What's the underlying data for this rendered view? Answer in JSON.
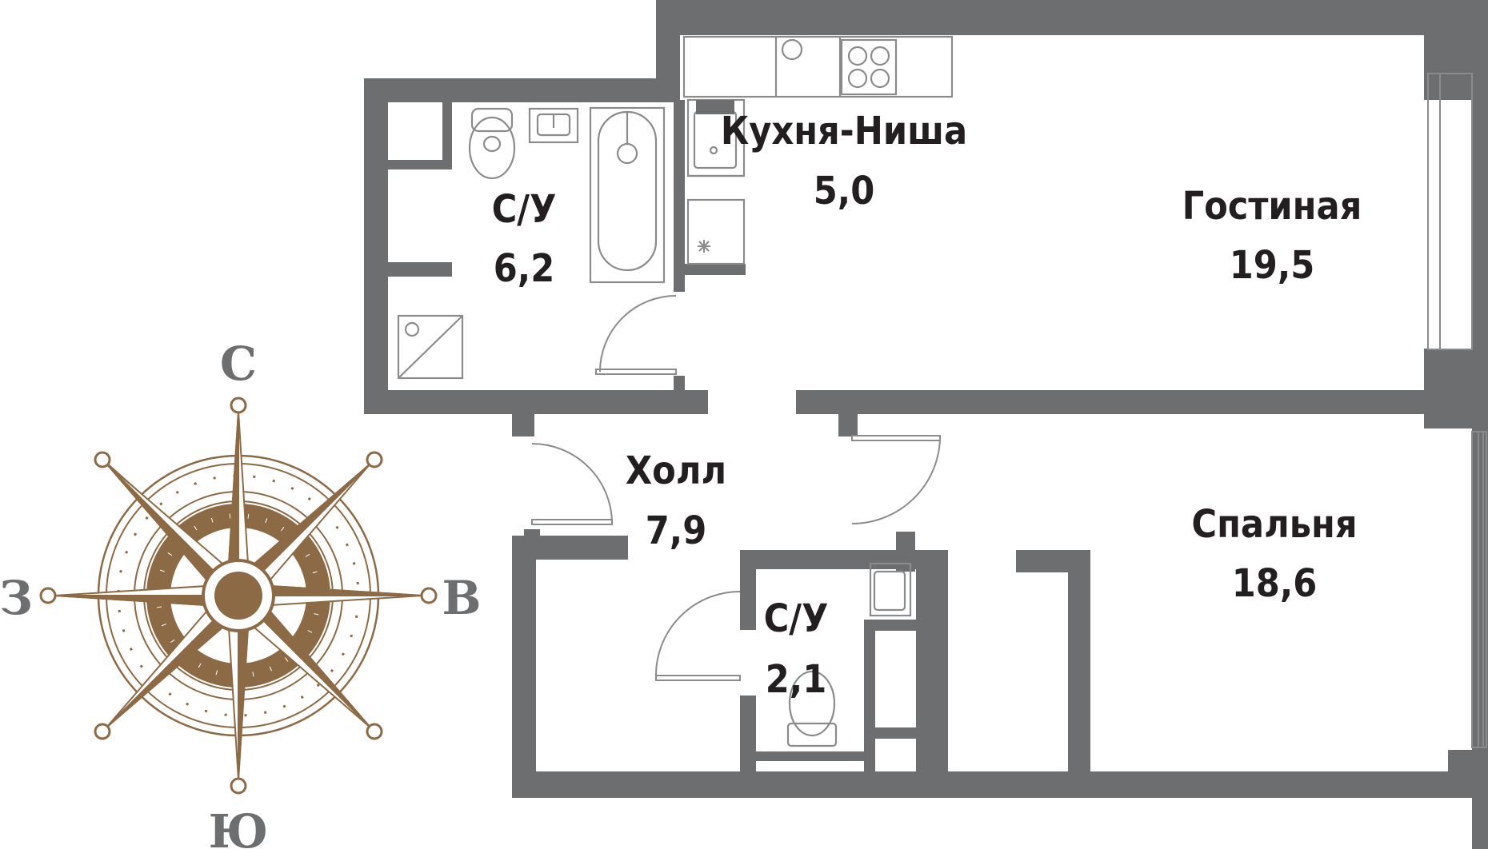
{
  "colors": {
    "wall": "#6d6e70",
    "fixture_stroke": "#8a8b8d",
    "text": "#231f20",
    "compass": "#8b6a45",
    "background": "#ffffff"
  },
  "rooms": [
    {
      "key": "bath1",
      "name": "С/У",
      "area": "6,2"
    },
    {
      "key": "kitchen",
      "name": "Кухня-Ниша",
      "area": "5,0"
    },
    {
      "key": "living",
      "name": "Гостиная",
      "area": "19,5"
    },
    {
      "key": "hall",
      "name": "Холл",
      "area": "7,9"
    },
    {
      "key": "bath2",
      "name": "С/У",
      "area": "2,1"
    },
    {
      "key": "bedroom",
      "name": "Спальня",
      "area": "18,6"
    }
  ],
  "compass": {
    "north": "С",
    "south": "Ю",
    "west": "З",
    "east": "В",
    "icon": "compass-rose-icon"
  }
}
